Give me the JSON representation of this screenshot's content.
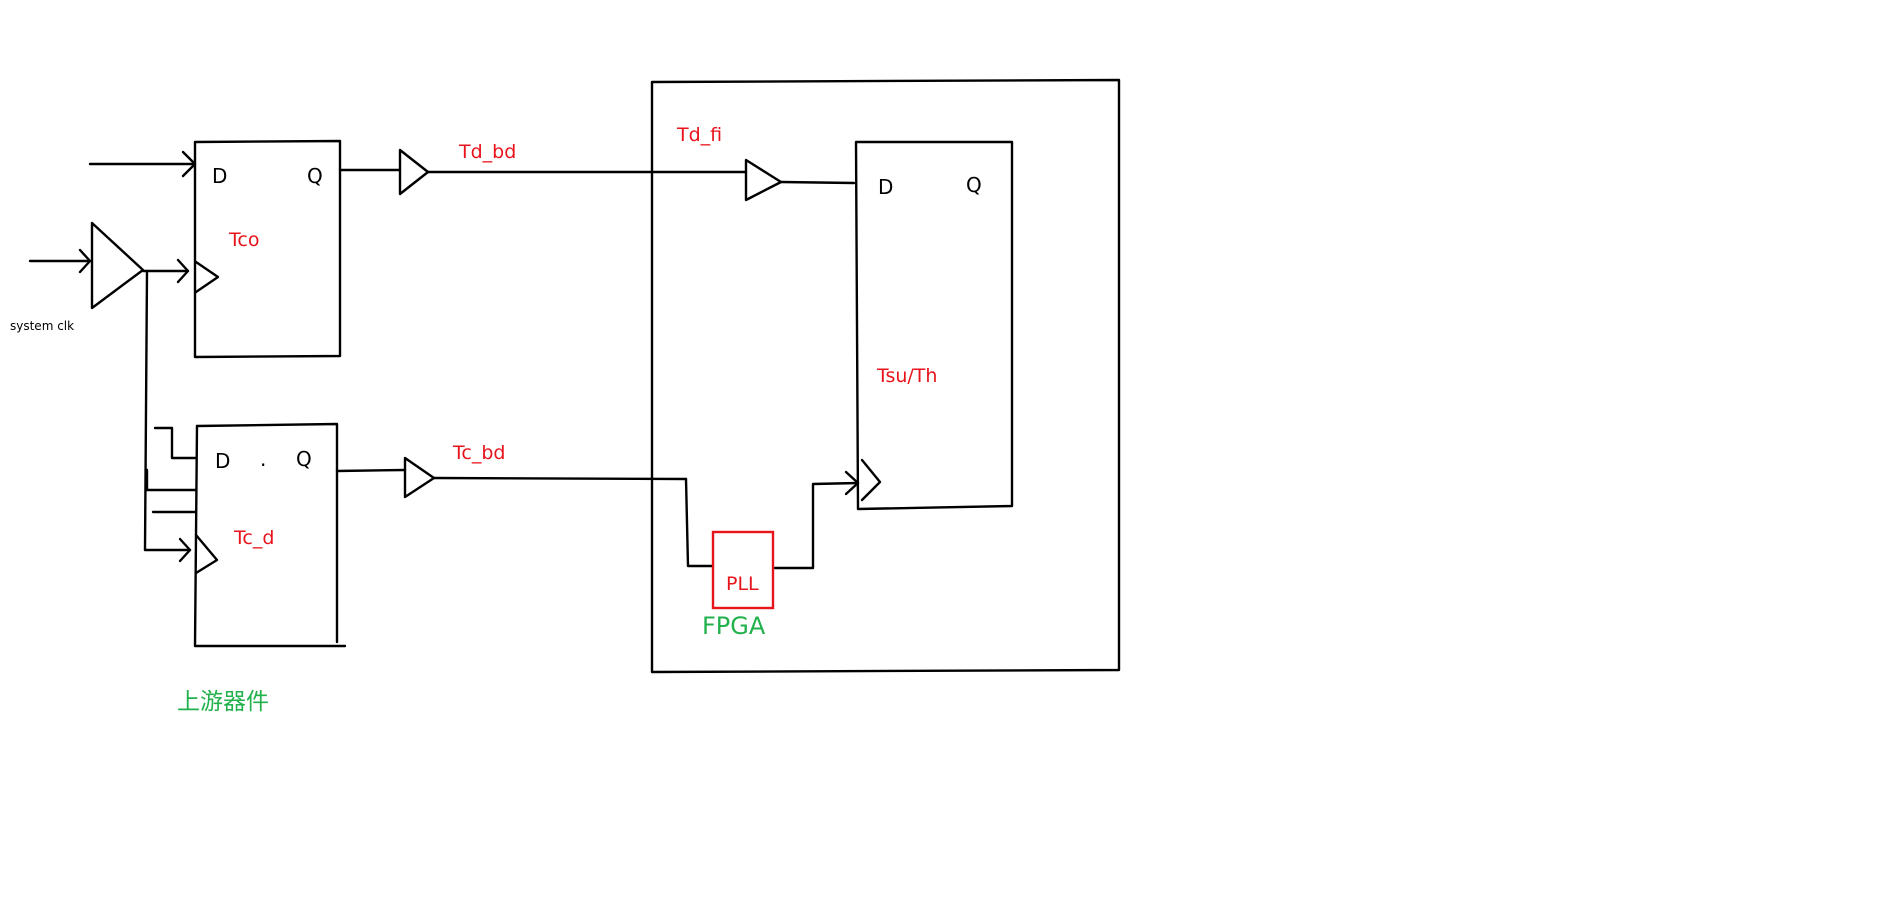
{
  "labels": {
    "system_clk": "system clk",
    "tco": "Tco",
    "tc_d": "Tc_d",
    "td_bd": "Td_bd",
    "tc_bd": "Tc_bd",
    "td_fi": "Td_fi",
    "tsu_th": "Tsu/Th",
    "pll": "PLL",
    "fpga": "FPGA",
    "upstream_device": "上游器件",
    "ff1_d": "D",
    "ff1_q": "Q",
    "ff2_d": "D",
    "ff2_q": "Q",
    "ff2_dot": ".",
    "ff3_d": "D",
    "ff3_q": "Q"
  },
  "colors": {
    "wire": "#000000",
    "timing_label": "#e8141c",
    "device_label": "#22b14c"
  }
}
